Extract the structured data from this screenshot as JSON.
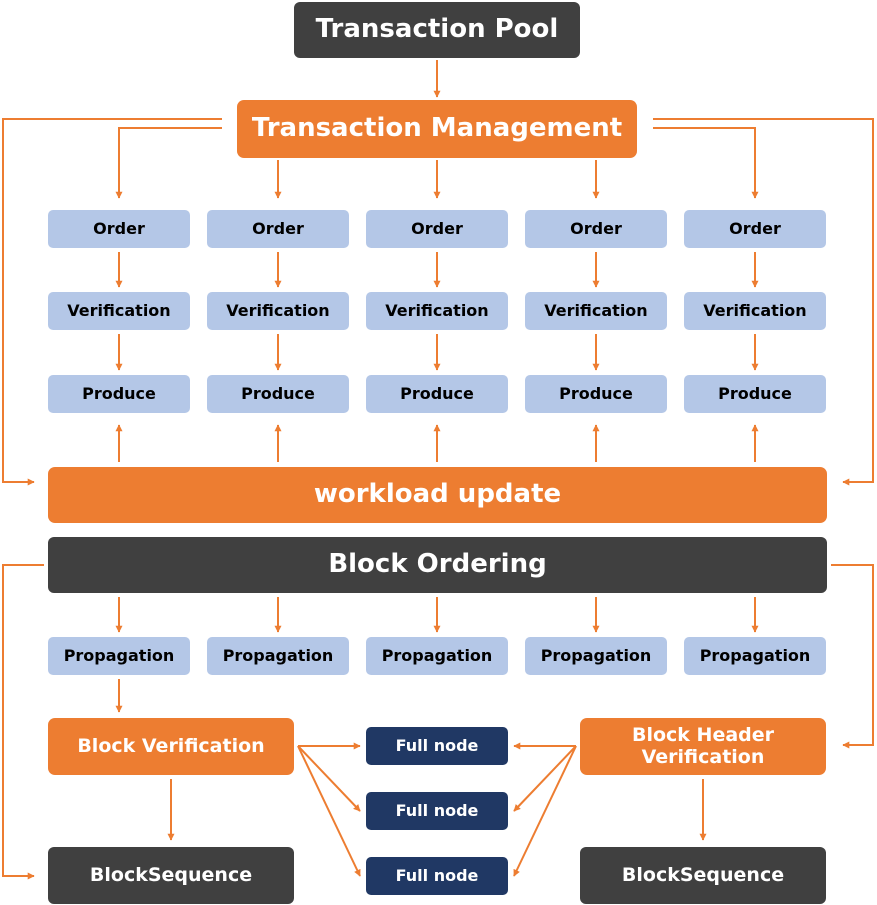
{
  "diagram": {
    "transaction_pool": "Transaction Pool",
    "transaction_management": "Transaction Management",
    "order_label": "Order",
    "verification_label": "Verification",
    "produce_label": "Produce",
    "workload_update": "workload update",
    "block_ordering": "Block Ordering",
    "propagation_label": "Propagation",
    "block_verification": "Block Verification",
    "block_header_verification": "Block Header Verification",
    "full_node_label": "Full node",
    "block_sequence_label": "BlockSequence"
  },
  "colors": {
    "dark": "#404040",
    "orange": "#ed7d31",
    "light_blue": "#b4c7e7",
    "navy": "#203864",
    "arrow": "#ed7d31"
  }
}
